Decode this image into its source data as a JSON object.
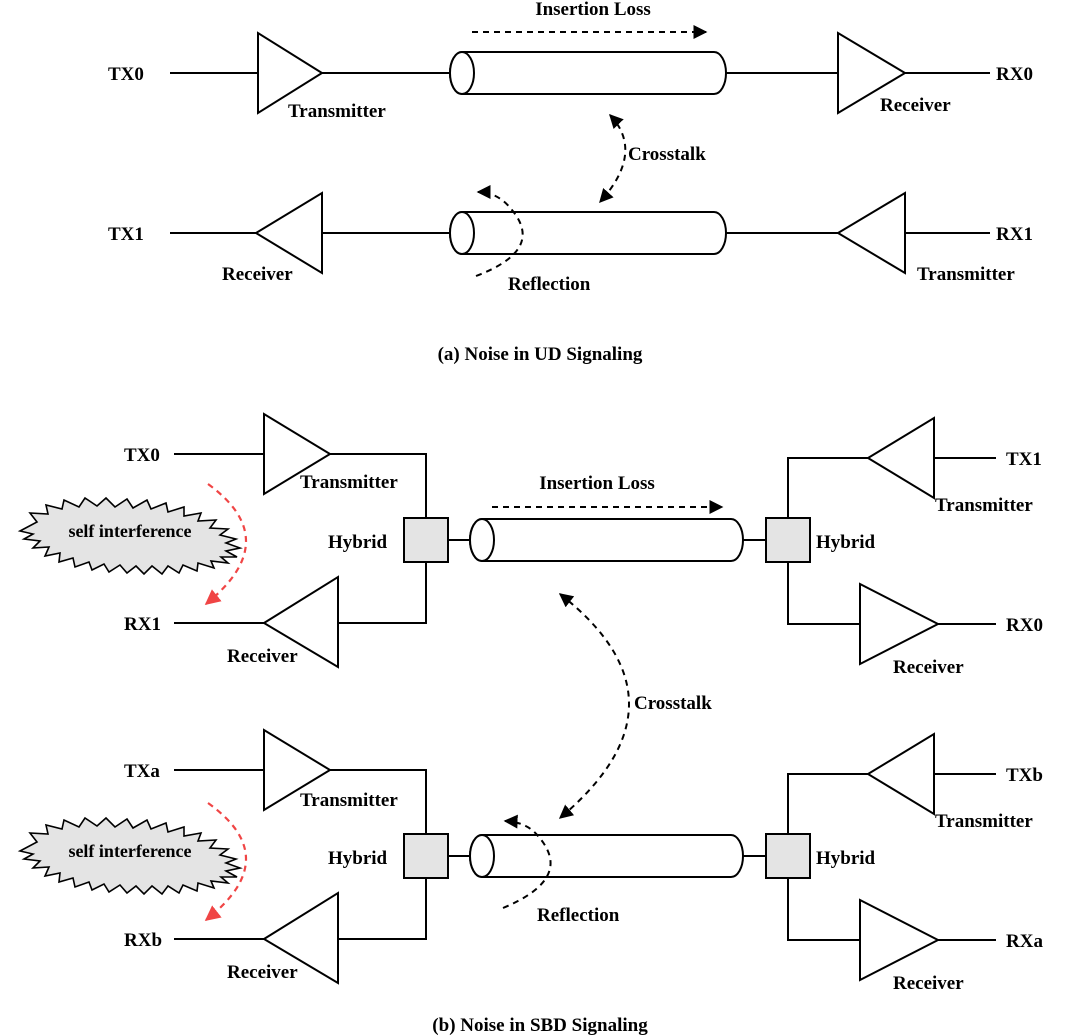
{
  "colors": {
    "line": "#000000",
    "hybrid_fill": "#e4e4e4",
    "self_interference_arrow": "#f04545",
    "background": "#ffffff"
  },
  "ud": {
    "insertion_loss": "Insertion Loss",
    "crosstalk": "Crosstalk",
    "reflection": "Reflection",
    "tx0": "TX0",
    "rx0": "RX0",
    "tx1": "TX1",
    "rx1": "RX1",
    "transmitter_top": "Transmitter",
    "receiver_top": "Receiver",
    "receiver_bottom": "Receiver",
    "transmitter_bottom": "Transmitter",
    "caption": "(a) Noise in UD Signaling"
  },
  "sbd": {
    "insertion_loss": "Insertion Loss",
    "crosstalk": "Crosstalk",
    "reflection": "Reflection",
    "self_interference": "self interference",
    "hybrid": "Hybrid",
    "transmitter": "Transmitter",
    "receiver": "Receiver",
    "pair1": {
      "left_tx": "TX0",
      "left_rx": "RX1",
      "right_tx": "TX1",
      "right_rx": "RX0"
    },
    "pair2": {
      "left_tx": "TXa",
      "left_rx": "RXb",
      "right_tx": "TXb",
      "right_rx": "RXa"
    },
    "caption": "(b) Noise in SBD Signaling"
  }
}
